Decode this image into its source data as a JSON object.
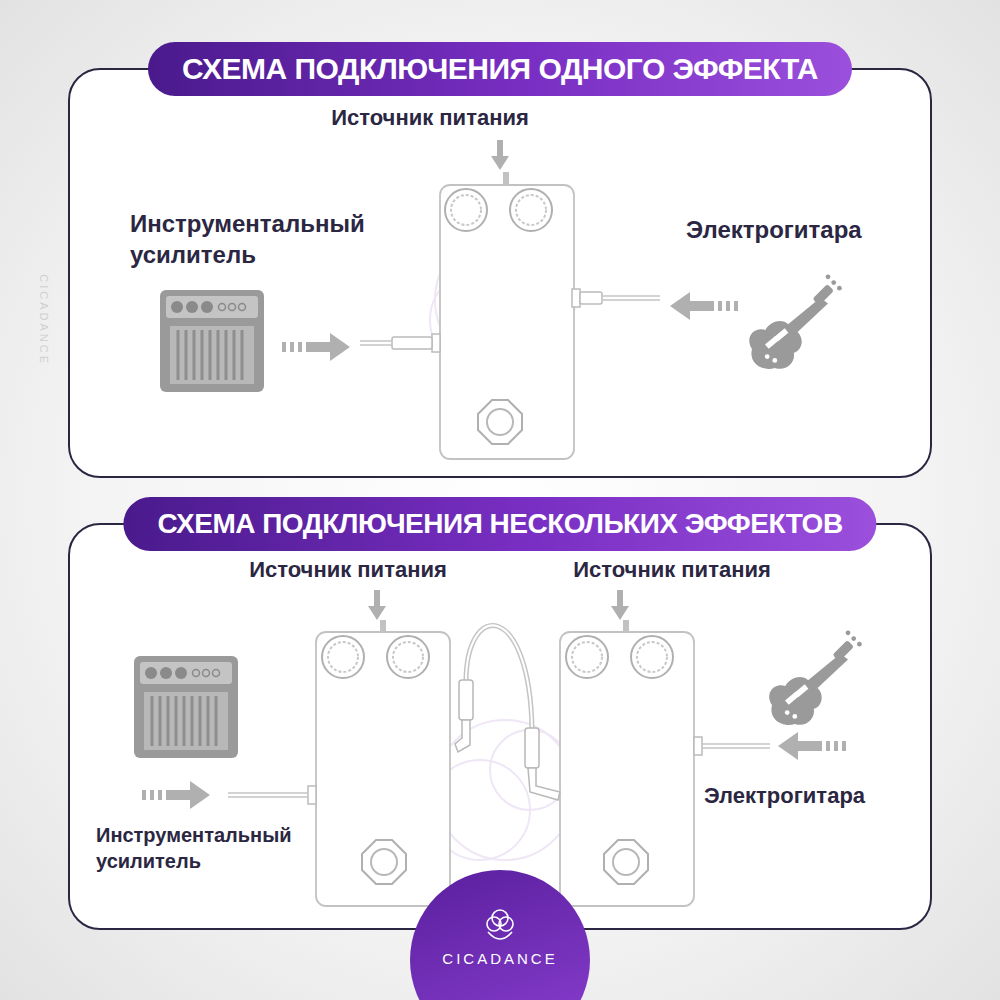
{
  "diagram": {
    "nodes": [
      {
        "text": [
          "СХЕМА ПОДКЛЮЧЕНИЯ ОДНОГО ЭФФЕКТА"
        ]
      },
      {
        "text": [
          "СХЕМА ПОДКЛЮЧЕНИЯ НЕСКОЛЬКИХ ЭФФЕКТОВ"
        ]
      },
      {
        "text": [
          "CICADANCE"
        ]
      }
    ],
    "labels": [
      "CICADANCE",
      "Источник питания",
      "Инструментальный усилитель",
      "Электрогитара",
      "Источник питания",
      "Источник питания",
      "Инструментальный усилитель",
      "Электрогитара"
    ]
  }
}
